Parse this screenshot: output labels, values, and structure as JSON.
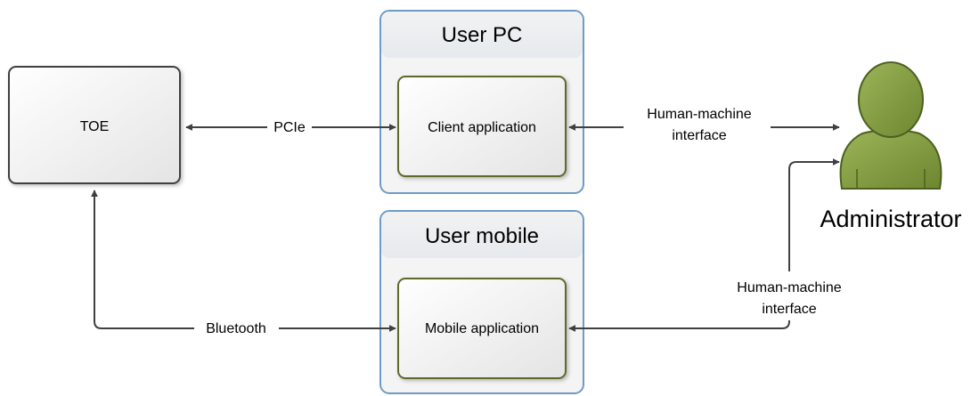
{
  "nodes": {
    "toe": "TOE",
    "user_pc": "User PC",
    "client_app": "Client application",
    "user_mobile": "User mobile",
    "mobile_app": "Mobile application",
    "administrator": "Administrator"
  },
  "edges": {
    "pcie": "PCIe",
    "bluetooth": "Bluetooth",
    "hmi_top_line1": "Human-machine",
    "hmi_top_line2": "interface",
    "hmi_bottom_line1": "Human-machine",
    "hmi_bottom_line2": "interface"
  },
  "colors": {
    "container_border": "#6f9bc6",
    "app_border": "#5c6b2c",
    "person_fill": "#7f9a3c",
    "connector": "#404040"
  }
}
